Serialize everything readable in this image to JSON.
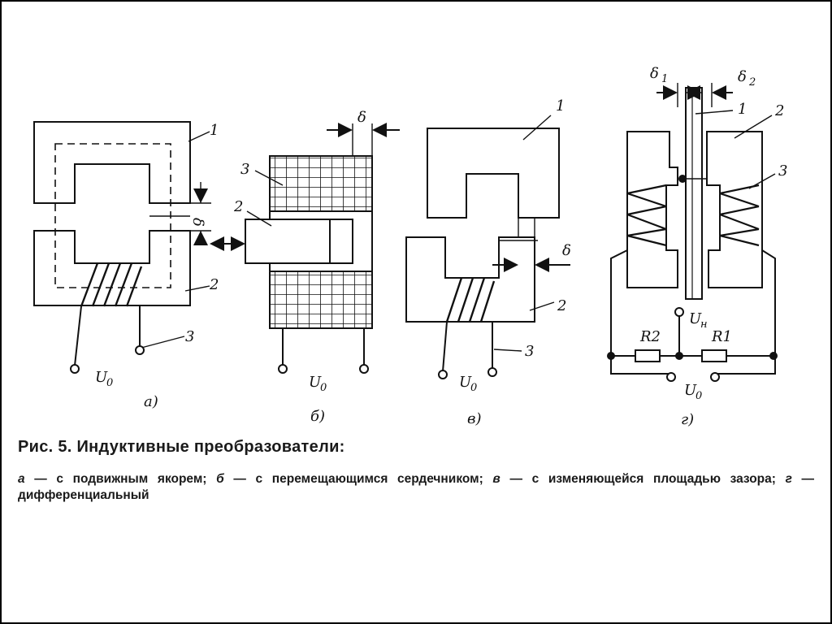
{
  "labels": {
    "n1": "1",
    "n2": "2",
    "n3": "3",
    "delta": "δ",
    "delta1": "δ",
    "delta1_sub": "1",
    "delta2": "δ",
    "delta2_sub": "2",
    "u": "U",
    "u_sub": "0",
    "uh": "U",
    "uh_sub": "н",
    "r1": "R1",
    "r2": "R2"
  },
  "panels": {
    "a": "а)",
    "b": "б)",
    "v": "в)",
    "g": "г)"
  },
  "caption": {
    "title": "Рис. 5. Индуктивные преобразователи:",
    "items": [
      {
        "letter": "а",
        "text": " — с подвижным якорем; "
      },
      {
        "letter": "б",
        "text": " — с перемещающимся сердечником; "
      },
      {
        "letter": "в",
        "text": " — с изменяющейся площадью зазора; "
      },
      {
        "letter": "г",
        "text": " — дифференциальный"
      }
    ]
  }
}
